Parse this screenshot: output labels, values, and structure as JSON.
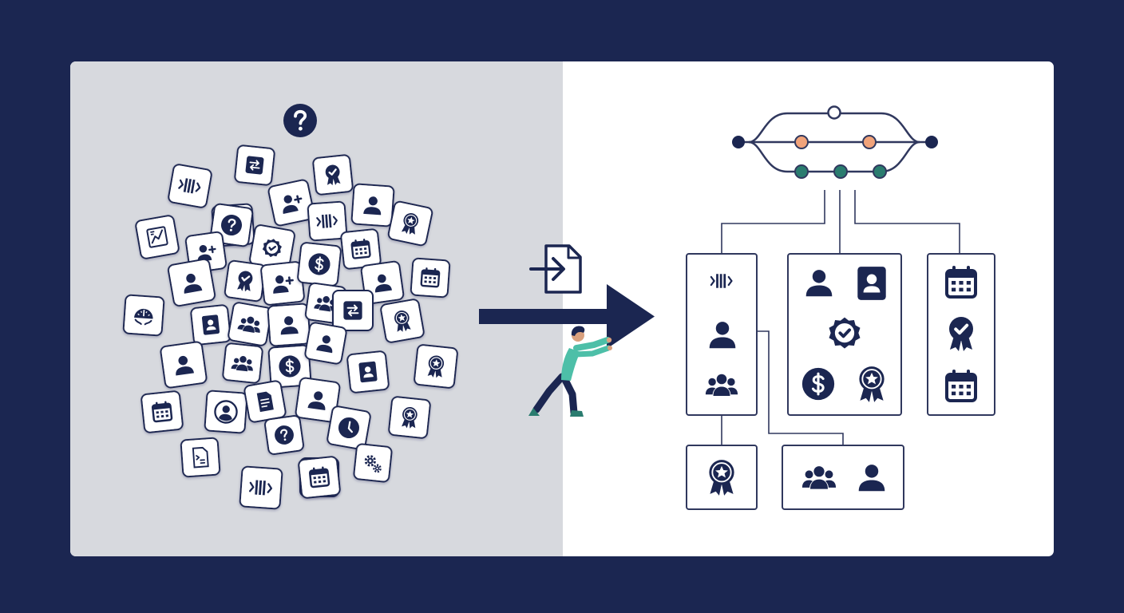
{
  "colors": {
    "background": "#1b2651",
    "left_panel": "#d7d9de",
    "right_panel": "#ffffff",
    "navy": "#1b2651",
    "line": "#30385e",
    "teal": "#2a7c6f",
    "orange": "#f1a37a",
    "figure_shirt": "#4dbfa8",
    "figure_skin": "#d9a07e"
  },
  "chaos_icons": [
    "question-icon",
    "swap-arrows-icon",
    "approved-badge-icon",
    "progress-bar-icon",
    "add-user-icon",
    "person-icon",
    "star-ribbon-icon",
    "document-chart-icon",
    "question-icon",
    "progress-bar-icon",
    "add-user-icon",
    "verified-badge-icon",
    "calendar-icon",
    "calendar-icon",
    "person-icon",
    "approved-badge-icon",
    "add-user-icon",
    "dollar-icon",
    "person-icon",
    "gauge-icon",
    "contact-card-icon",
    "group-icon",
    "person-icon",
    "group-icon",
    "swap-arrows-icon",
    "star-ribbon-icon",
    "person-icon",
    "group-icon",
    "dollar-icon",
    "person-icon",
    "contact-card-icon",
    "star-ribbon-icon",
    "calendar-icon",
    "person-circle-icon",
    "document-icon",
    "person-icon",
    "star-ribbon-icon",
    "calendar-icon",
    "question-icon",
    "clock-icon",
    "code-file-icon",
    "progress-bar-icon",
    "calendar-icon",
    "gears-icon"
  ],
  "pipeline": {
    "top_nodes": [
      "white",
      "orange",
      "orange",
      "teal",
      "teal",
      "teal"
    ]
  },
  "org_groups": [
    {
      "name": "group-left",
      "icons": [
        "progress-bar-icon",
        "person-icon",
        "group-icon"
      ]
    },
    {
      "name": "group-center",
      "icons": [
        "person-icon",
        "contact-card-icon",
        "verified-badge-icon",
        "dollar-icon",
        "star-ribbon-icon"
      ]
    },
    {
      "name": "group-right",
      "icons": [
        "calendar-icon",
        "approved-badge-icon",
        "calendar-icon"
      ]
    },
    {
      "name": "group-bottom-left",
      "icons": [
        "star-ribbon-icon"
      ]
    },
    {
      "name": "group-bottom-center",
      "icons": [
        "group-icon",
        "person-icon"
      ]
    }
  ]
}
